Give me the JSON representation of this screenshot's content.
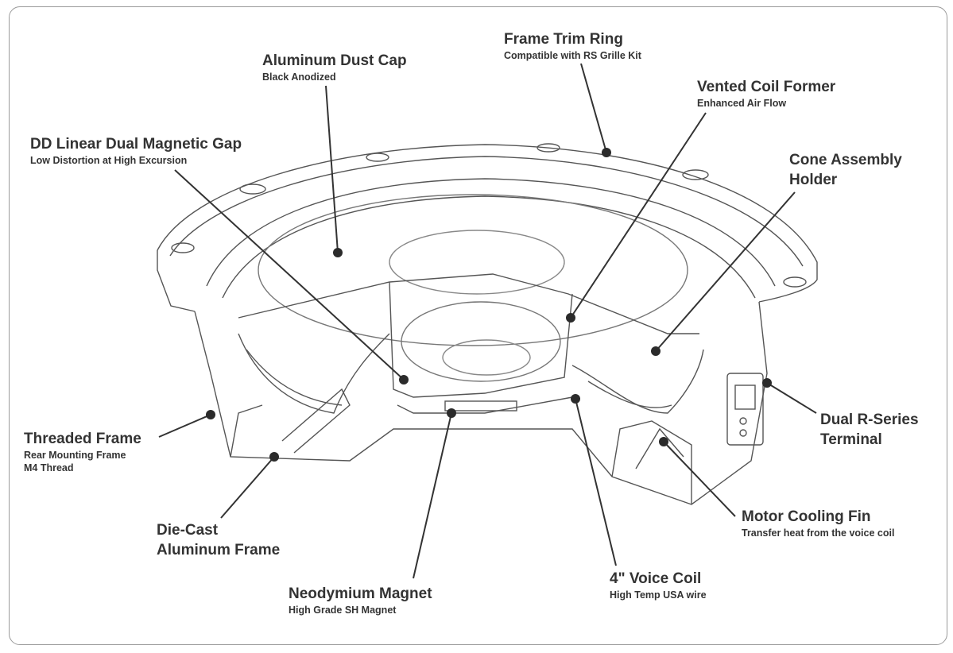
{
  "callouts": [
    {
      "title": "Frame Trim Ring",
      "subtitle": "Compatible with RS Grille Kit"
    },
    {
      "title": "Aluminum Dust Cap",
      "subtitle": "Black Anodized"
    },
    {
      "title": "Vented Coil Former",
      "subtitle": "Enhanced Air Flow"
    },
    {
      "title": "DD Linear Dual Magnetic Gap",
      "subtitle": "Low Distortion at High Excursion"
    },
    {
      "title": "Cone Assembly",
      "title2": "Holder"
    },
    {
      "title": "Threaded Frame",
      "subtitle": "Rear Mounting Frame",
      "subtitle2": "M4 Thread"
    },
    {
      "title": "Dual R-Series",
      "title2": "Terminal"
    },
    {
      "title": "Die-Cast",
      "title2": "Aluminum Frame"
    },
    {
      "title": "Motor Cooling Fin",
      "subtitle": "Transfer heat from the voice coil"
    },
    {
      "title": "Neodymium Magnet",
      "subtitle": "High Grade SH Magnet"
    },
    {
      "title": "4\" Voice Coil",
      "subtitle": "High Temp USA wire"
    }
  ],
  "colors": {
    "ink": "#2b2b2b",
    "line": "#444444",
    "frame": "#9a9a9a"
  }
}
